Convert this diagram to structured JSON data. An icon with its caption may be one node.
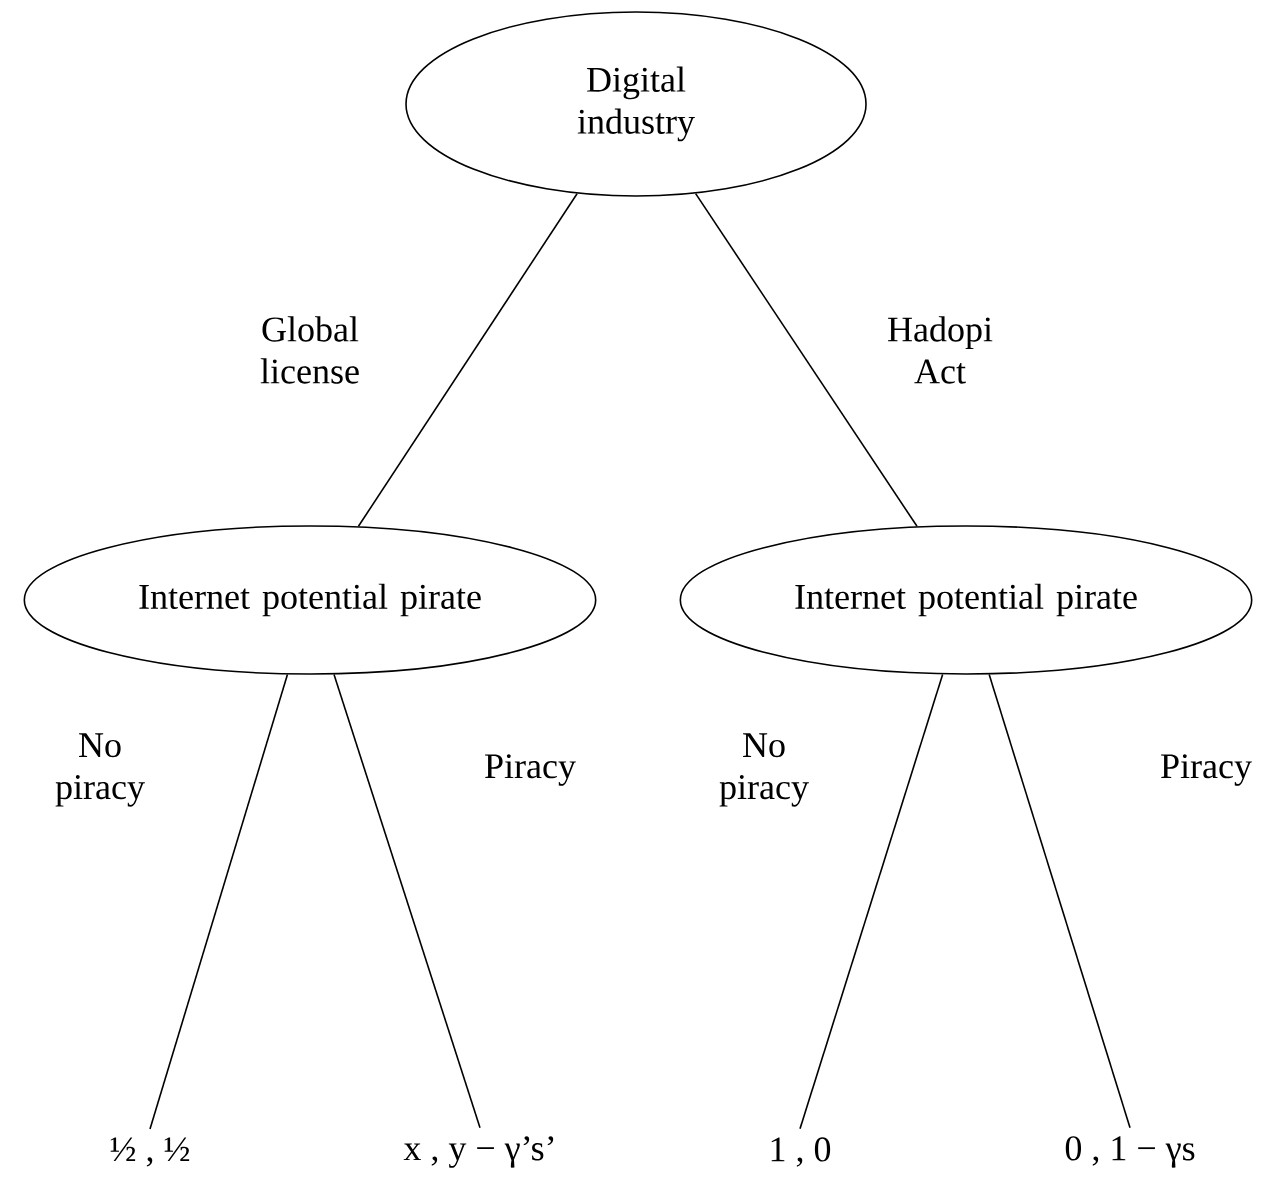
{
  "diagram": {
    "nodes": [
      {
        "text": [
          "Digital industry"
        ]
      },
      {
        "text": [
          "Internet potential pirate"
        ]
      },
      {
        "text": [
          "Internet potential pirate"
        ]
      },
      {
        "text": [
          "½ , ½"
        ]
      },
      {
        "text": [
          "x , y − γ’s’"
        ]
      },
      {
        "text": [
          "1 , 0"
        ]
      },
      {
        "text": [
          "0 , 1 − γs"
        ]
      }
    ],
    "edges": [
      {
        "from": 0,
        "to": 1,
        "arrow": "none",
        "label": "Global license"
      },
      {
        "from": 0,
        "to": 2,
        "arrow": "none",
        "label": "Hadopi Act"
      },
      {
        "from": 1,
        "to": 3,
        "arrow": "none",
        "label": "No piracy"
      },
      {
        "from": 1,
        "to": 4,
        "arrow": "none",
        "label": "Piracy"
      },
      {
        "from": 2,
        "to": 5,
        "arrow": "none",
        "label": "No piracy"
      },
      {
        "from": 2,
        "to": 6,
        "arrow": "none",
        "label": "Piracy"
      }
    ]
  }
}
